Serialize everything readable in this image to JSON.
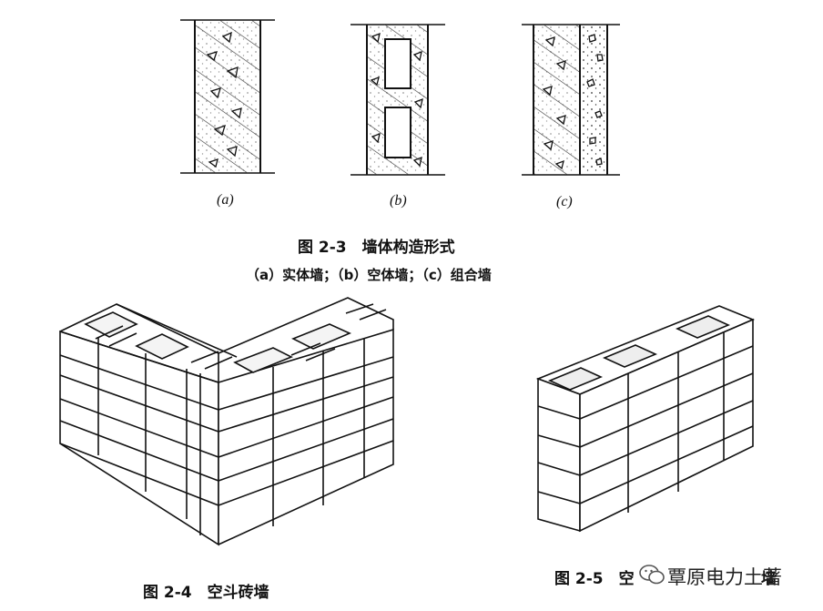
{
  "figure_2_3": {
    "label_a": "(a)",
    "label_b": "(b)",
    "label_c": "(c)",
    "title": "图 2-3　墙体构造形式",
    "subtitle": "（a）实体墙；（b）空体墙；（c）组合墙"
  },
  "figure_2_4": {
    "caption": "图 2-4　空斗砖墙"
  },
  "figure_2_5": {
    "caption_prefix": "图 2-5　空",
    "caption_suffix": "墙"
  },
  "watermark": {
    "text": "覃原电力土著",
    "icon": "wechat-icon"
  }
}
